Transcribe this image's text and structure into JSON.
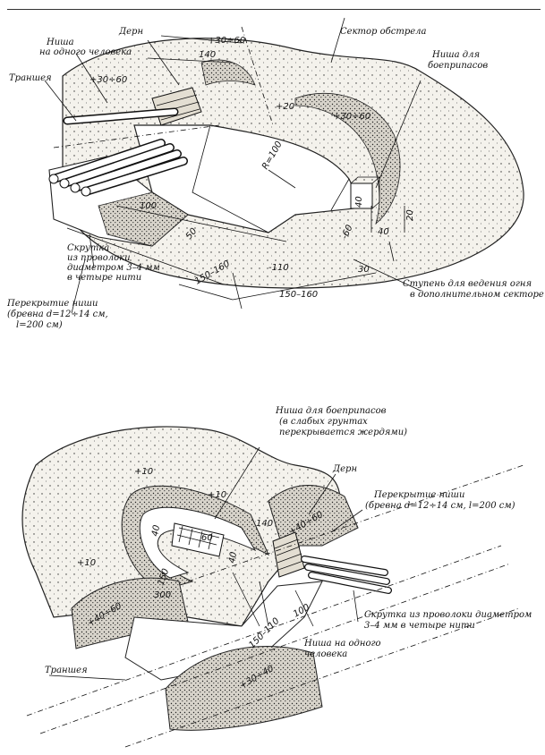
{
  "figure_top": {
    "labels": {
      "niche_one_person": [
        "Ниша",
        "на одного человека"
      ],
      "turf": "Дерн",
      "trench": "Траншея",
      "fire_sector": "Сектор обстрела",
      "ammo_niche": [
        "Ниша для",
        "боеприпасов"
      ],
      "wire_twist": [
        "Скрутка",
        "из проволоки",
        "диаметром 3–4 мм",
        "в четыре нити"
      ],
      "niche_cover": [
        "Перекрытие ниши",
        "(бревна d=12÷14 см,",
        "l=200 см)"
      ],
      "fire_step": [
        "Ступень для ведения огня",
        "в дополнительном секторе"
      ]
    },
    "dims": {
      "d1": "+30÷60",
      "d2": "140",
      "d3": "+30÷60",
      "d4": "+20",
      "d5": "+30÷60",
      "d6": "R=100",
      "d7": "40",
      "d8": "20",
      "d9": "40",
      "d10": "-60",
      "d11": "30",
      "d12": "-110",
      "d13": "100",
      "d14": "50",
      "d15": "150–160",
      "d16": "150–160"
    }
  },
  "figure_bottom": {
    "labels": {
      "ammo_niche": [
        "Ниша для боеприпасов",
        "(в слабых грунтах",
        "перекрывается жердями)"
      ],
      "turf": "Дерн",
      "niche_cover": [
        "Перекрытие ниши",
        "(бревна d=12÷14 см, l=200 см)"
      ],
      "wire_twist": [
        "Скрутка из проволоки диаметром",
        "3–4 мм в четыре нити"
      ],
      "niche_one_person": [
        "Ниша на одного",
        "человека"
      ],
      "trench": "Траншея"
    },
    "dims": {
      "b1": "+10",
      "b2": "+10",
      "b3": "+10",
      "b4": "40",
      "b5": "60",
      "b6": "40",
      "b7": "140",
      "b8": "+40÷60",
      "b9": "150",
      "b10": "300",
      "b11": "+40÷60",
      "b12": "100",
      "b13": "150–110",
      "b14": "+30÷40"
    }
  }
}
